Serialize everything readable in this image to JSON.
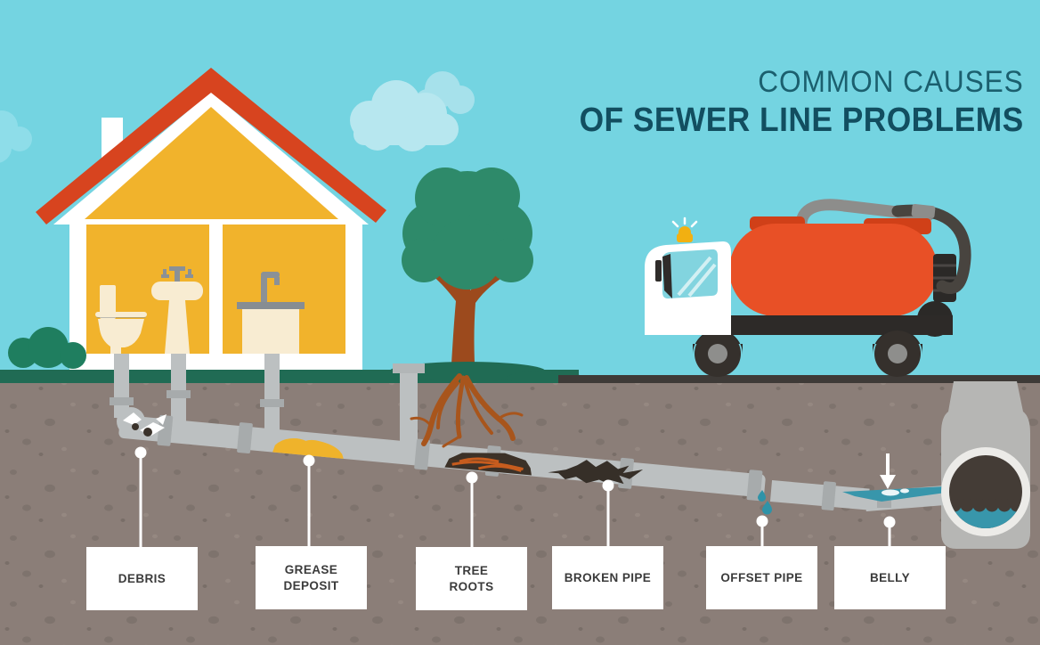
{
  "title": {
    "line1": "COMMON CAUSES",
    "line2": "OF SEWER LINE PROBLEMS"
  },
  "labels": [
    {
      "id": "debris",
      "text": "DEBRIS"
    },
    {
      "id": "grease-deposit",
      "text": "GREASE\nDEPOSIT"
    },
    {
      "id": "tree-roots",
      "text": "TREE\nROOTS"
    },
    {
      "id": "broken-pipe",
      "text": "BROKEN PIPE"
    },
    {
      "id": "offset-pipe",
      "text": "OFFSET PIPE"
    },
    {
      "id": "belly",
      "text": "BELLY"
    }
  ],
  "scene": {
    "description": "Cutaway infographic: house with toilet, pedestal sink and kitchen sink draining into a sloped sewer lateral underground; tree with roots penetrating the pipe; vacuum sewer truck on road above a manhole; six labelled pipe problems",
    "elements": [
      "house",
      "toilet",
      "pedestal-sink",
      "kitchen-sink",
      "bush",
      "tree",
      "sewer-truck",
      "road",
      "grass",
      "soil",
      "sewer-pipe",
      "manhole"
    ],
    "colors": {
      "sky": "#74d4e1",
      "cloud": "#b7e7ef",
      "title_light": "#1b5f6e",
      "title_bold": "#124e60",
      "grass": "#206b54",
      "bush": "#1f7e5f",
      "tree_canopy": "#2e8a6a",
      "trunk": "#9c4a1d",
      "soil": "#8b7e78",
      "road": "#3e3a37",
      "pipe": "#bcc0c1",
      "pipe_joint": "#a7abac",
      "house_wall_yellow": "#f1b32c",
      "roof_red": "#d7441f",
      "fixture_cream": "#f8ecd2",
      "fixture_gray": "#8b9196",
      "truck_tank_orange": "#e85026",
      "beacon_yellow": "#f2b011",
      "water_teal": "#3896ab",
      "grease_yellow": "#efb32b",
      "label_bg": "#ffffff",
      "label_text": "#3b3b3b"
    }
  }
}
